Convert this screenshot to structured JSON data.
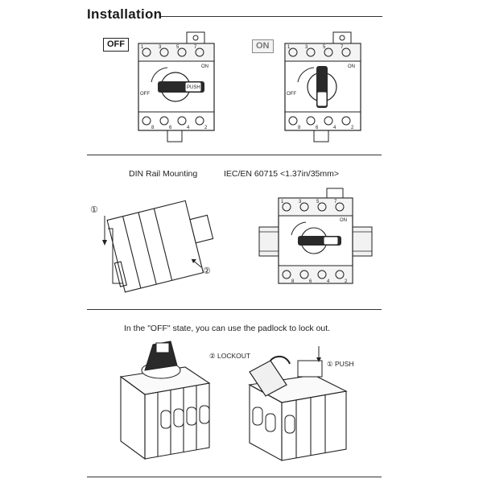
{
  "header": {
    "title": "Installation"
  },
  "section1": {
    "off_label": "OFF",
    "on_label": "ON"
  },
  "section2": {
    "caption_mount": "DIN Rail Mounting",
    "caption_std": "IEC/EN 60715 <1.37in/35mm>",
    "step1": "①",
    "step2": "②"
  },
  "section3": {
    "caption": "In the  \"OFF\" state, you can use the padlock to lock out.",
    "lockout_label": "② LOCKOUT",
    "push_label": "① PUSH"
  },
  "device": {
    "top_terminals": [
      "1",
      "3",
      "5",
      "7"
    ],
    "bottom_terminals": [
      "8",
      "6",
      "4",
      "2"
    ],
    "on_mark": "ON",
    "off_mark": "OFF",
    "handle_mark": "PUSH"
  }
}
